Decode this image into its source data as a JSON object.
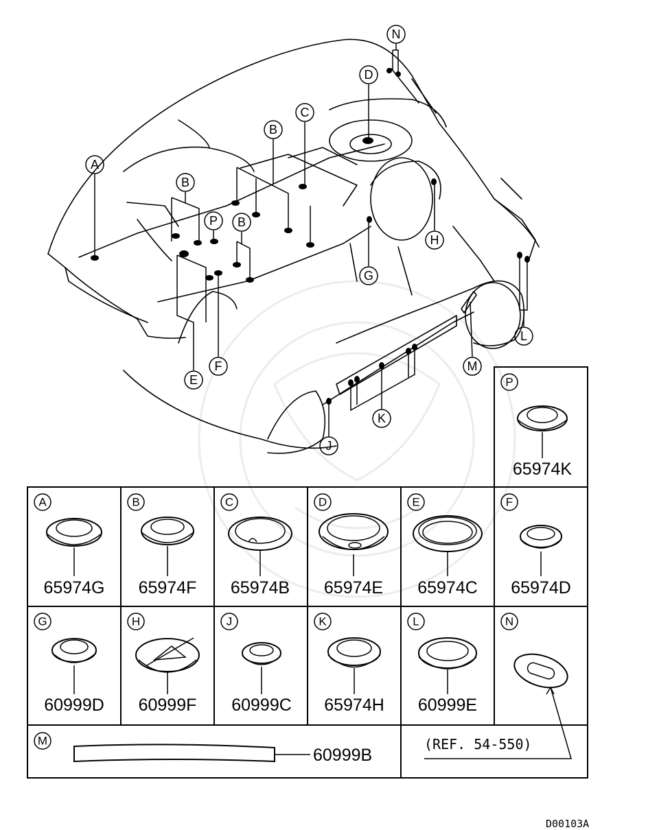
{
  "diagram_code": "D00103A",
  "callouts": [
    "A",
    "B",
    "B",
    "B",
    "C",
    "D",
    "E",
    "F",
    "G",
    "H",
    "J",
    "K",
    "L",
    "M",
    "N",
    "P"
  ],
  "parts": [
    {
      "key": "P",
      "part_number": "65974K"
    },
    {
      "key": "A",
      "part_number": "65974G"
    },
    {
      "key": "B",
      "part_number": "65974F"
    },
    {
      "key": "C",
      "part_number": "65974B"
    },
    {
      "key": "D",
      "part_number": "65974E"
    },
    {
      "key": "E",
      "part_number": "65974C"
    },
    {
      "key": "F",
      "part_number": "65974D"
    },
    {
      "key": "G",
      "part_number": "60999D"
    },
    {
      "key": "H",
      "part_number": "60999F"
    },
    {
      "key": "J",
      "part_number": "60999C"
    },
    {
      "key": "K",
      "part_number": "65974H"
    },
    {
      "key": "L",
      "part_number": "60999E"
    },
    {
      "key": "M",
      "part_number": "60999B"
    },
    {
      "key": "N",
      "part_number": ""
    }
  ],
  "n_reference": "(REF. 54-550)"
}
